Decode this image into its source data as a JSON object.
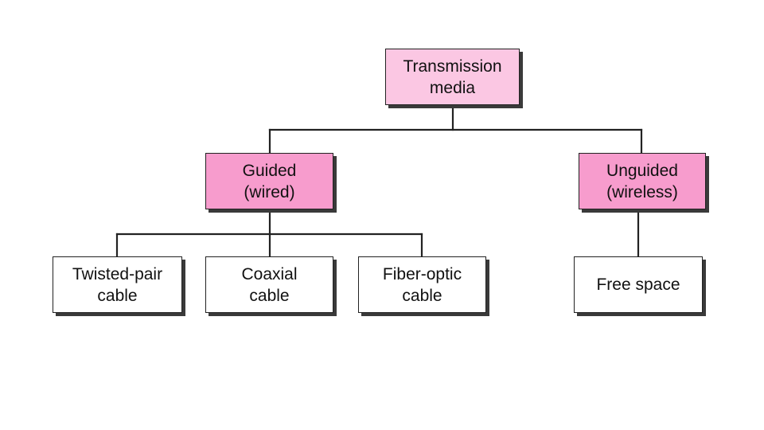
{
  "diagram": {
    "root": {
      "lines": [
        "Transmission",
        "media"
      ]
    },
    "guided": {
      "lines": [
        "Guided",
        "(wired)"
      ]
    },
    "unguided": {
      "lines": [
        "Unguided",
        "(wireless)"
      ]
    },
    "twisted_pair": {
      "lines": [
        "Twisted-pair",
        "cable"
      ]
    },
    "coaxial": {
      "lines": [
        "Coaxial",
        "cable"
      ]
    },
    "fiber_optic": {
      "lines": [
        "Fiber-optic",
        "cable"
      ]
    },
    "free_space": {
      "lines": [
        "Free space"
      ]
    }
  },
  "colors": {
    "root_fill": "#fbc7e3",
    "category_fill": "#f79ccd",
    "leaf_fill": "#ffffff",
    "stroke": "#222222"
  }
}
